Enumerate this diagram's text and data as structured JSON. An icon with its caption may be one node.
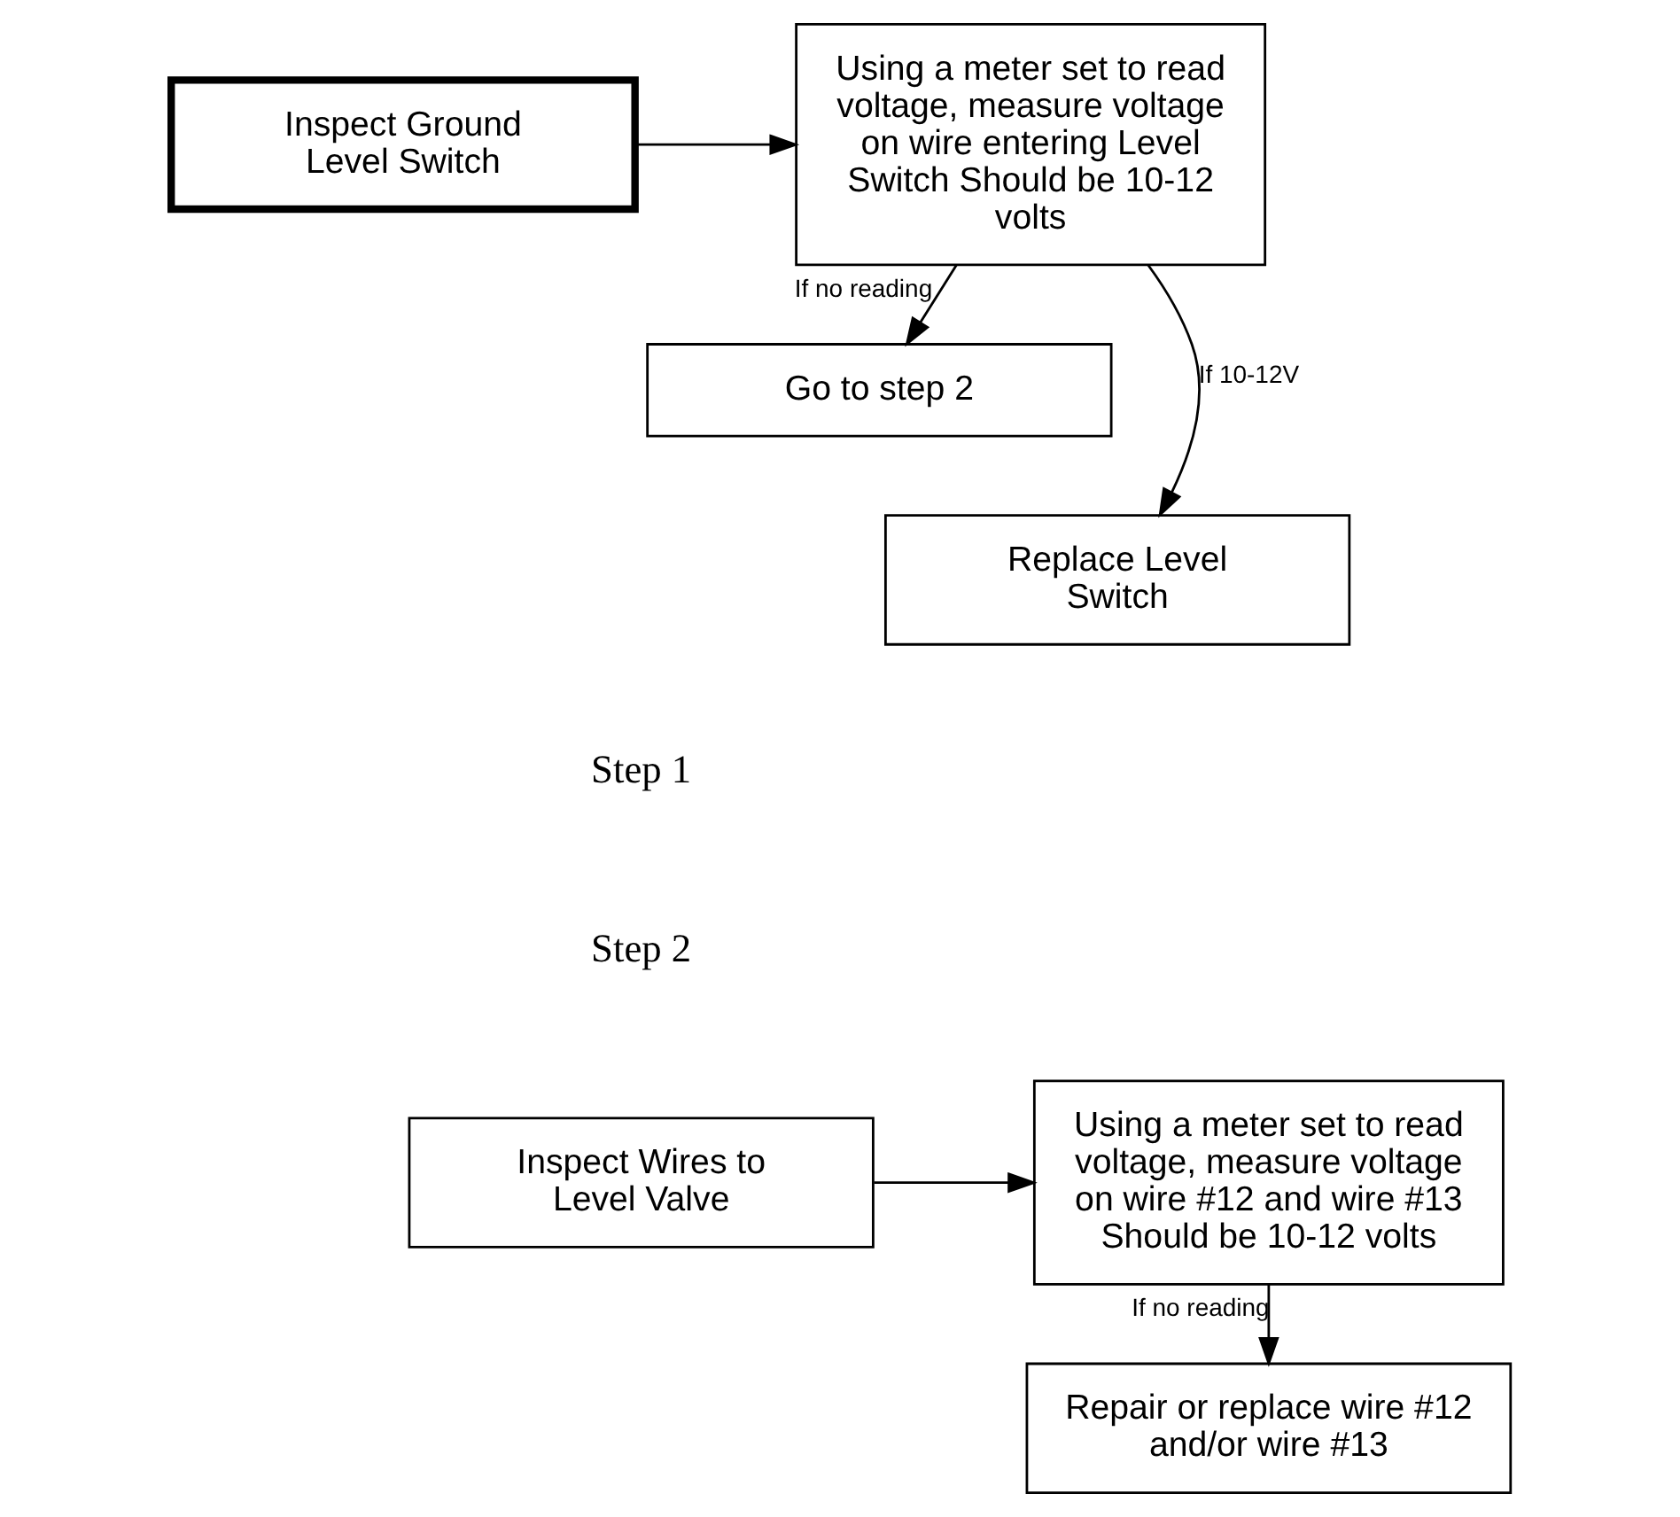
{
  "diagram": {
    "nodes": [
      {
        "text": [
          "Inspect Ground Level Switch"
        ]
      },
      {
        "text": [
          "Using a meter set to read voltage, measure voltage on wire entering Level Switch Should be 10-12 volts"
        ]
      },
      {
        "text": [
          "Go to step 2"
        ]
      },
      {
        "text": [
          "Replace Level Switch"
        ]
      },
      {
        "text": [
          "Inspect Wires to Level Valve"
        ]
      },
      {
        "text": [
          "Using a meter set to read voltage, measure voltage on wire #12 and wire #13 Should be 10-12 volts"
        ]
      },
      {
        "text": [
          "Repair or replace wire #12 and/or wire #13"
        ]
      }
    ],
    "edges": [
      {
        "from": 0,
        "to": 1,
        "arrow": "to"
      },
      {
        "from": 1,
        "to": 2,
        "arrow": "to",
        "label": "If no reading"
      },
      {
        "from": 1,
        "to": 3,
        "arrow": "to",
        "label": "If 10-12V"
      },
      {
        "from": 4,
        "to": 5,
        "arrow": "to"
      },
      {
        "from": 5,
        "to": 6,
        "arrow": "to",
        "label": "If no reading"
      }
    ],
    "labels": [
      "Step 1",
      "Step 2"
    ]
  }
}
